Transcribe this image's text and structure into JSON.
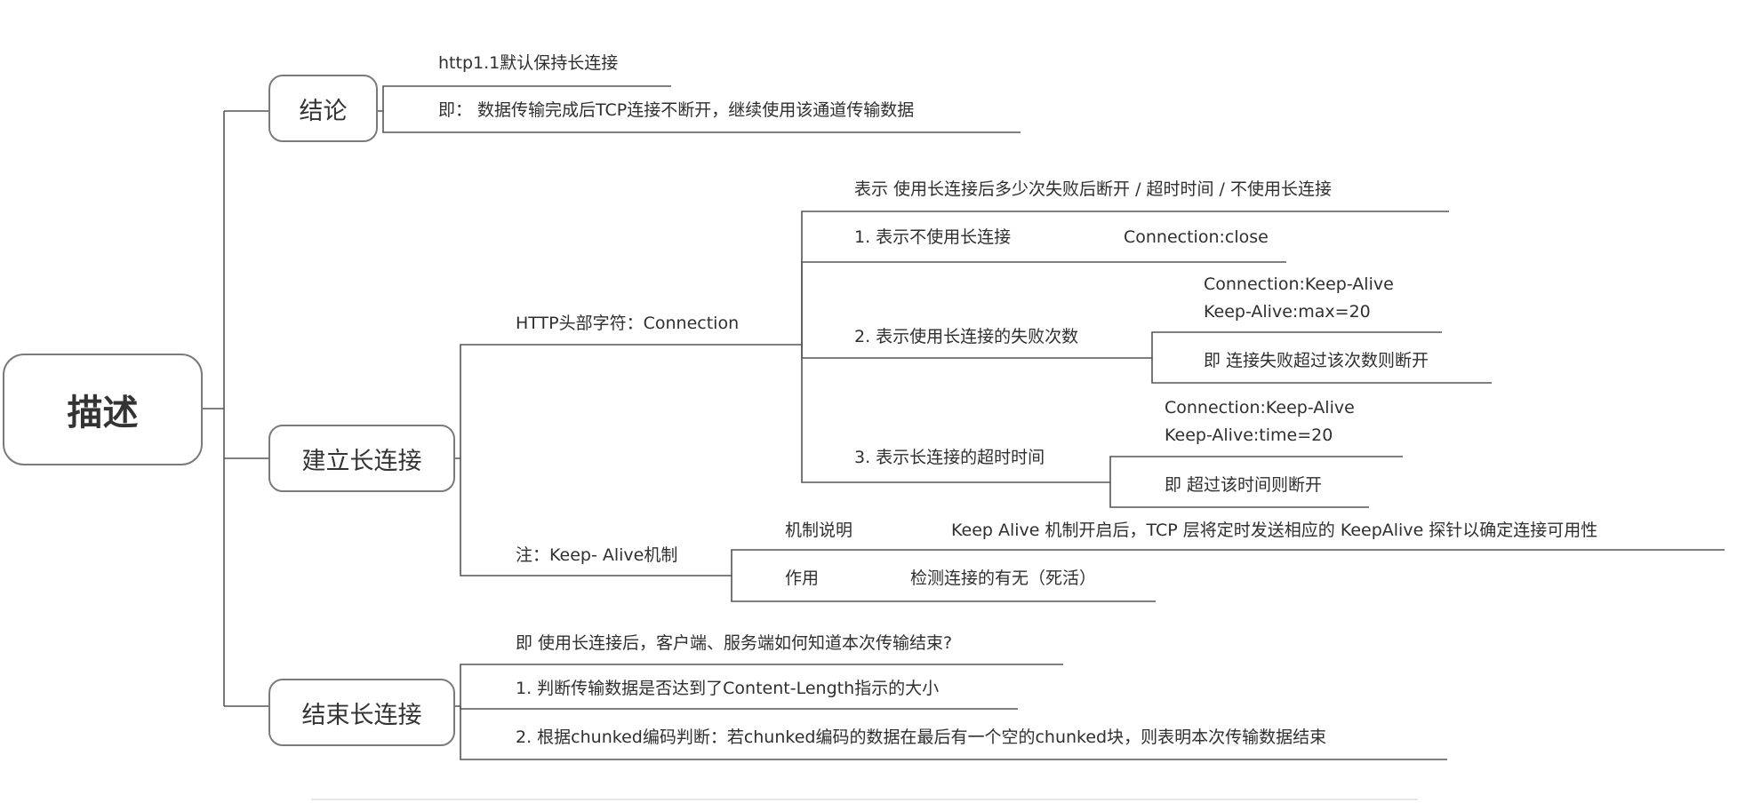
{
  "root": {
    "label": "描述"
  },
  "conclusion": {
    "label": "结论",
    "line1": "http1.1默认保持长连接",
    "line2": "即： 数据传输完成后TCP连接不断开，继续使用该通道传输数据"
  },
  "establish": {
    "label": "建立长连接",
    "header": {
      "label": "HTTP头部字符：Connection",
      "summary": "表示 使用长连接后多少次失败后断开 / 超时时间 /  不使用长连接",
      "item1": {
        "label": "1. 表示不使用长连接",
        "value": "Connection:close"
      },
      "item2": {
        "label": "2. 表示使用长连接的失败次数",
        "value_line1": "Connection:Keep-Alive",
        "value_line2": "Keep-Alive:max=20",
        "note": "即 连接失败超过该次数则断开"
      },
      "item3": {
        "label": "3. 表示长连接的超时时间",
        "value_line1": "Connection:Keep-Alive",
        "value_line2": "Keep-Alive:time=20",
        "note": "即 超过该时间则断开"
      }
    },
    "keepalive": {
      "label": "注：Keep- Alive机制",
      "mechanism_label": "机制说明",
      "mechanism_text": "Keep Alive 机制开启后，TCP 层将定时发送相应的 KeepAlive 探针以确定连接可用性",
      "function_label": "作用",
      "function_text": "检测连接的有无（死活）"
    }
  },
  "end": {
    "label": "结束长连接",
    "line1": "即 使用长连接后，客户端、服务端如何知道本次传输结束?",
    "line2": "1. 判断传输数据是否达到了Content-Length指示的大小",
    "line3": "2. 根据chunked编码判断：若chunked编码的数据在最后有一个空的chunked块，则表明本次传输数据结束"
  },
  "colors": {
    "line": "#555555",
    "box_border": "#7a7a7a",
    "text": "#2f2f2f"
  }
}
